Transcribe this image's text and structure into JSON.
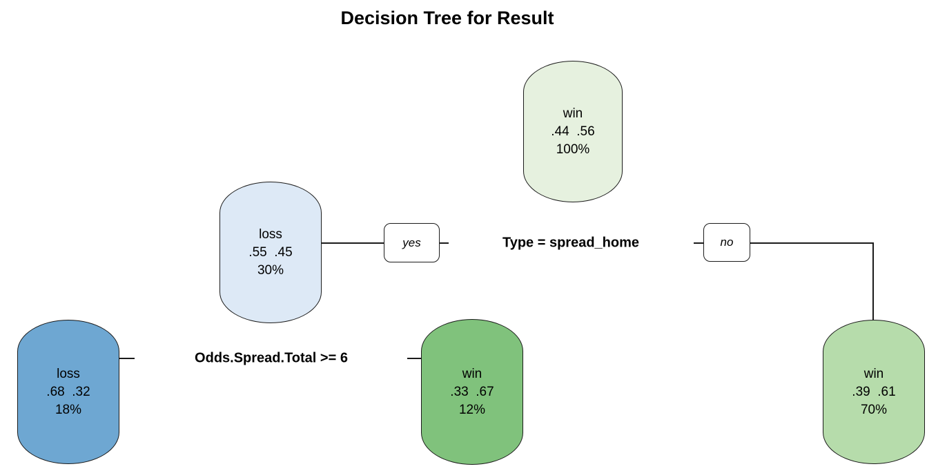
{
  "title": "Decision Tree for Result",
  "colors": {
    "node_border": "#1a1a1a",
    "branch_line": "#1a1a1a",
    "root_fill": "#e6f1df",
    "loss30_fill": "#dde9f6",
    "loss18_fill": "#6ea7d2",
    "win12_fill": "#80c27c",
    "win70_fill": "#b6dcab"
  },
  "tree": {
    "splits": {
      "root": {
        "label": "Type = spread_home",
        "yes_label": "yes",
        "no_label": "no"
      },
      "second": {
        "label": "Odds.Spread.Total >= 6"
      }
    },
    "nodes": {
      "root": {
        "class_label": "win",
        "probabilities": ".44  .56",
        "coverage": "100%"
      },
      "loss30": {
        "class_label": "loss",
        "probabilities": ".55  .45",
        "coverage": "30%"
      },
      "loss18": {
        "class_label": "loss",
        "probabilities": ".68  .32",
        "coverage": "18%"
      },
      "win12": {
        "class_label": "win",
        "probabilities": ".33  .67",
        "coverage": "12%"
      },
      "win70": {
        "class_label": "win",
        "probabilities": ".39  .61",
        "coverage": "70%"
      }
    }
  }
}
